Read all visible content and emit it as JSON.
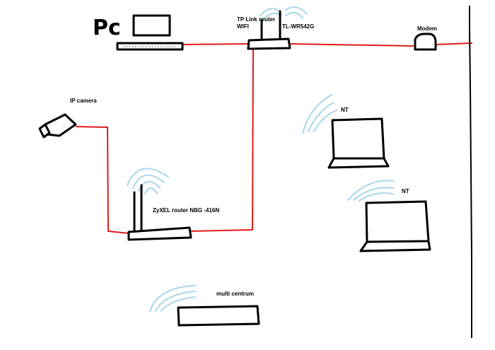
{
  "labels": {
    "pc": "Pc",
    "tp_link_line1": "TP Link router",
    "tp_link_line2": "WIFI",
    "tp_link_model": "TL-WR542G",
    "modem": "Modem",
    "ip_camera": "IP camera",
    "nt_1": "NT",
    "nt_2": "NT",
    "zyxel_router": "ZyXEL router NBG -416N",
    "multi_centrum": "multi centrum"
  },
  "colors": {
    "cable": "#e01b1b",
    "wifi": "#a9d6ea",
    "outline": "#000000"
  }
}
